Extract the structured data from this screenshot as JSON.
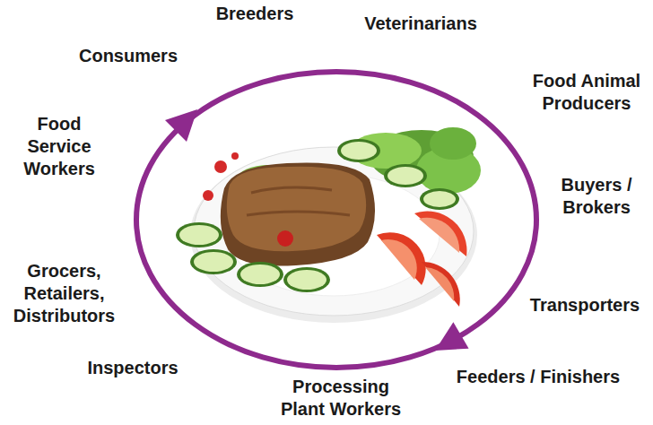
{
  "diagram": {
    "labels": [
      "Breeders",
      "Veterinarians",
      "Food Animal Producers",
      "Buyers / Brokers",
      "Transporters",
      "Feeders / Finishers",
      "Processing Plant Workers",
      "Inspectors",
      "Grocers, Retailers, Distributors",
      "Food Service Workers",
      "Consumers"
    ]
  }
}
